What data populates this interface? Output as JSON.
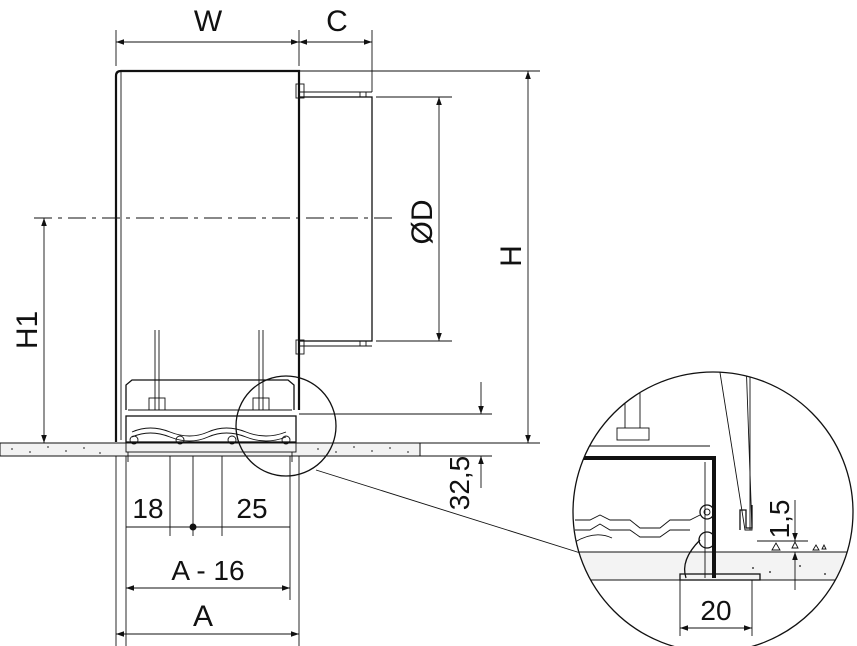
{
  "dimensions": {
    "w": "W",
    "c": "C",
    "od": "ØD",
    "h": "H",
    "h1": "H1",
    "h_32_5": "32,5",
    "d18": "18",
    "d25": "25",
    "a_minus_16": "A - 16",
    "a": "A",
    "detail_1_5": "1,5",
    "detail_20": "20"
  }
}
